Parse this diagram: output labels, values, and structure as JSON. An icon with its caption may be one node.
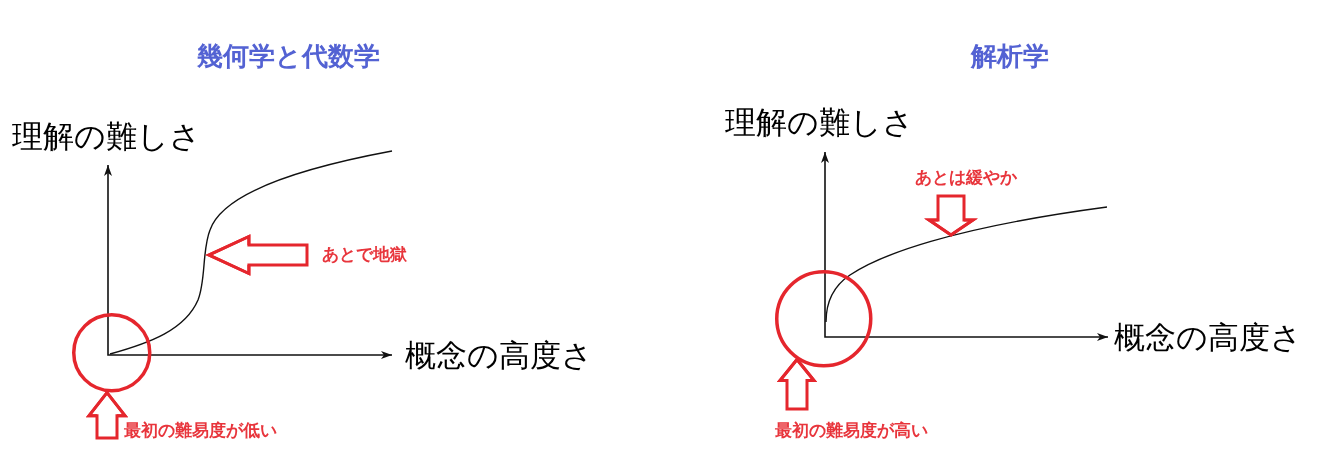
{
  "diagram": {
    "nodes": [
      {
        "text": [],
        "shape": "curve"
      },
      {
        "text": [
          "あとで地獄"
        ]
      },
      {
        "text": [],
        "shape": "circle"
      },
      {
        "text": [
          "最初の難易度が低い"
        ]
      },
      {
        "text": [],
        "shape": "curve"
      },
      {
        "text": [
          "あとは緩やか"
        ]
      },
      {
        "text": [],
        "shape": "circle"
      },
      {
        "text": [
          "最初の難易度が高い"
        ]
      }
    ],
    "edges": [
      {
        "from": 1,
        "to": 0,
        "arrow": "to"
      },
      {
        "from": 3,
        "to": 2,
        "arrow": "to"
      },
      {
        "from": 5,
        "to": 4,
        "arrow": "to"
      },
      {
        "from": 7,
        "to": 6,
        "arrow": "to"
      }
    ],
    "labels": [
      "幾何学と代数学",
      "理解の難しさ",
      "概念の高度さ",
      "解析学",
      "理解の難しさ",
      "概念の高度さ"
    ]
  }
}
